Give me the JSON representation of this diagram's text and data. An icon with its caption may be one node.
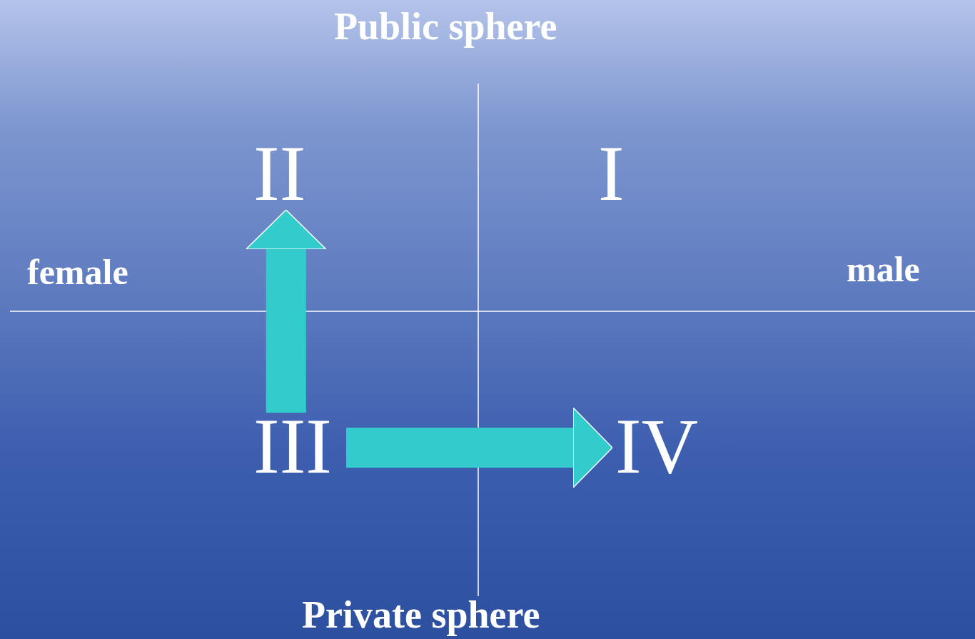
{
  "diagram": {
    "nodes": [
      {
        "text": [
          "II"
        ]
      },
      {
        "text": [
          "I"
        ]
      },
      {
        "text": [
          "III"
        ]
      },
      {
        "text": [
          "IV"
        ]
      }
    ],
    "edges": [
      {
        "from": 2,
        "to": 0,
        "arrow": "to"
      },
      {
        "from": 2,
        "to": 3,
        "arrow": "to"
      }
    ],
    "labels": [
      "Public sphere",
      "female",
      "male",
      "Private sphere"
    ]
  }
}
